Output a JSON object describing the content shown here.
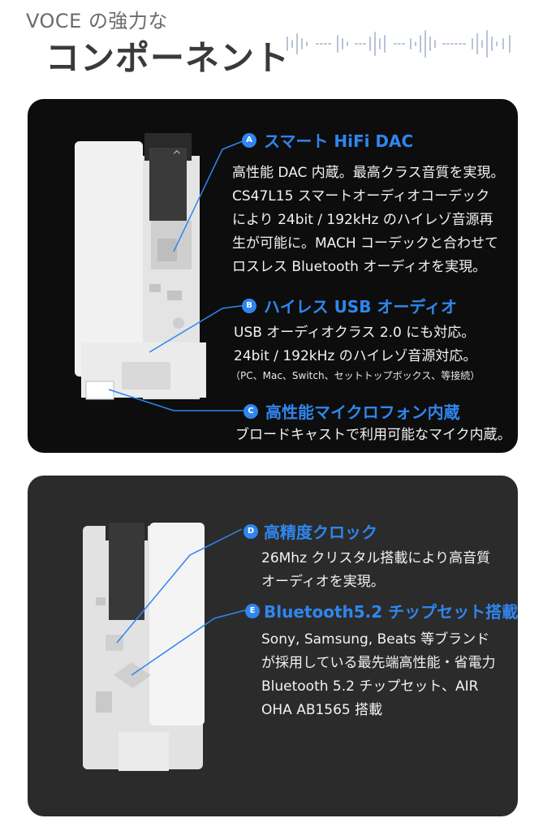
{
  "header": {
    "subtitle": "VOCE の強力な",
    "title": "コンポーネント"
  },
  "panel_a": {
    "features": [
      {
        "letter": "A",
        "title": "スマート HiFi DAC",
        "description": "高性能 DAC 内蔵。最高クラス音質を実現。\nCS47L15 スマートオーディオコーデック\nにより 24bit / 192kHz のハイレゾ音源再\n生が可能に。MACH コーデックと合わせて\nロスレス Bluetooth オーディオを実現。"
      },
      {
        "letter": "B",
        "title": "ハイレス USB オーディオ",
        "description": "USB オーディオクラス 2.0 にも対応。\n24bit / 192kHz のハイレゾ音源対応。",
        "note": "（PC、Mac、Switch、セットトップボックス、等接続）"
      },
      {
        "letter": "C",
        "title": "高性能マイクロフォン内蔵",
        "description": "ブロードキャストで利用可能なマイク内蔵。"
      }
    ]
  },
  "panel_b": {
    "features": [
      {
        "letter": "D",
        "title": "高精度クロック",
        "description": "26Mhz クリスタル搭載により高音質\nオーディオを実現。"
      },
      {
        "letter": "E",
        "title": "Bluetooth5.2 チップセット搭載",
        "description": "Sony, Samsung, Beats 等ブランド\nが採用している最先端高性能・省電力\nBluetooth 5.2 チップセット、AIR\nOHA AB1565 搭載"
      }
    ]
  },
  "colors": {
    "accent": "#2f86ee",
    "panel_a_bg": "#0d0d0d",
    "panel_b_bg": "#2b2b2b"
  }
}
